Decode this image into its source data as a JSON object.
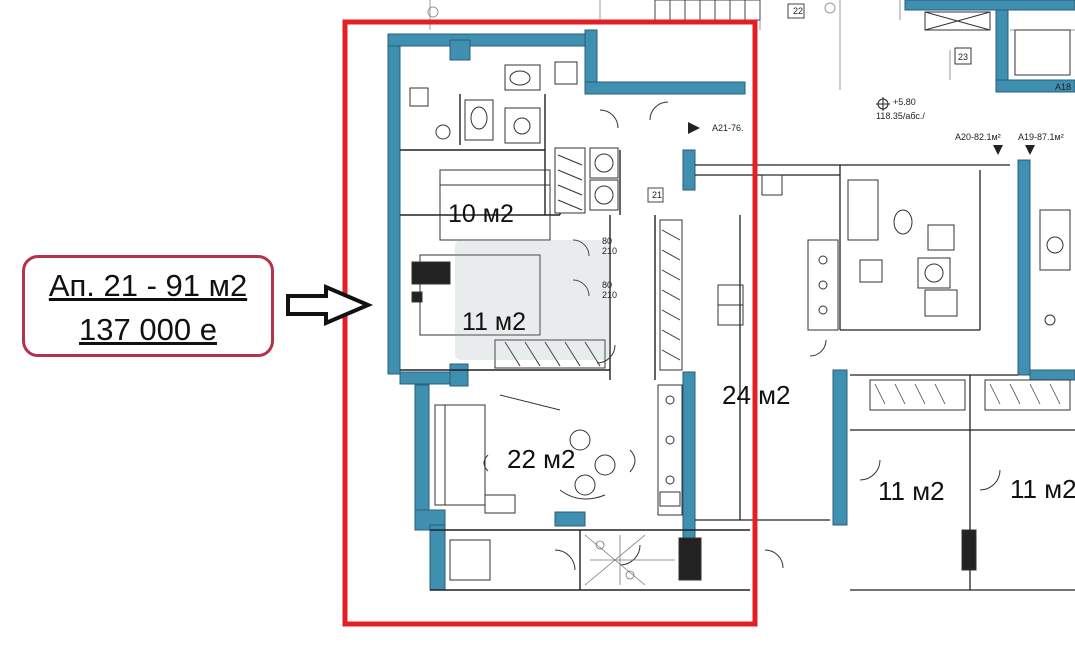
{
  "listing": {
    "apartment_line": "Ап. 21 - 91 м2",
    "price_line": "137 000 е"
  },
  "rooms": {
    "room_10": "10 м2",
    "room_11a": "11 м2",
    "room_22": "22 м2",
    "room_24": "24 м2",
    "room_11b": "11 м2",
    "room_11c": "11 м2"
  },
  "plan_marks": {
    "apt21_tag": "A21-76.",
    "apt20_tag": "A20-82.1м²",
    "apt19_tag": "A19-87.1м²",
    "apt18_tag": "A18",
    "level_mark": "+5.80",
    "level_abs": "118.35/абс./",
    "door_80": "80",
    "door_210": "210",
    "unit_21": "21",
    "unit_22": "22",
    "unit_23": "23"
  },
  "colors": {
    "highlight_frame": "#e31e24",
    "price_border": "#b5324a",
    "wall_fill": "#3e8fb0",
    "wall_dark": "#2a5f7a",
    "arrow": "#111111"
  }
}
